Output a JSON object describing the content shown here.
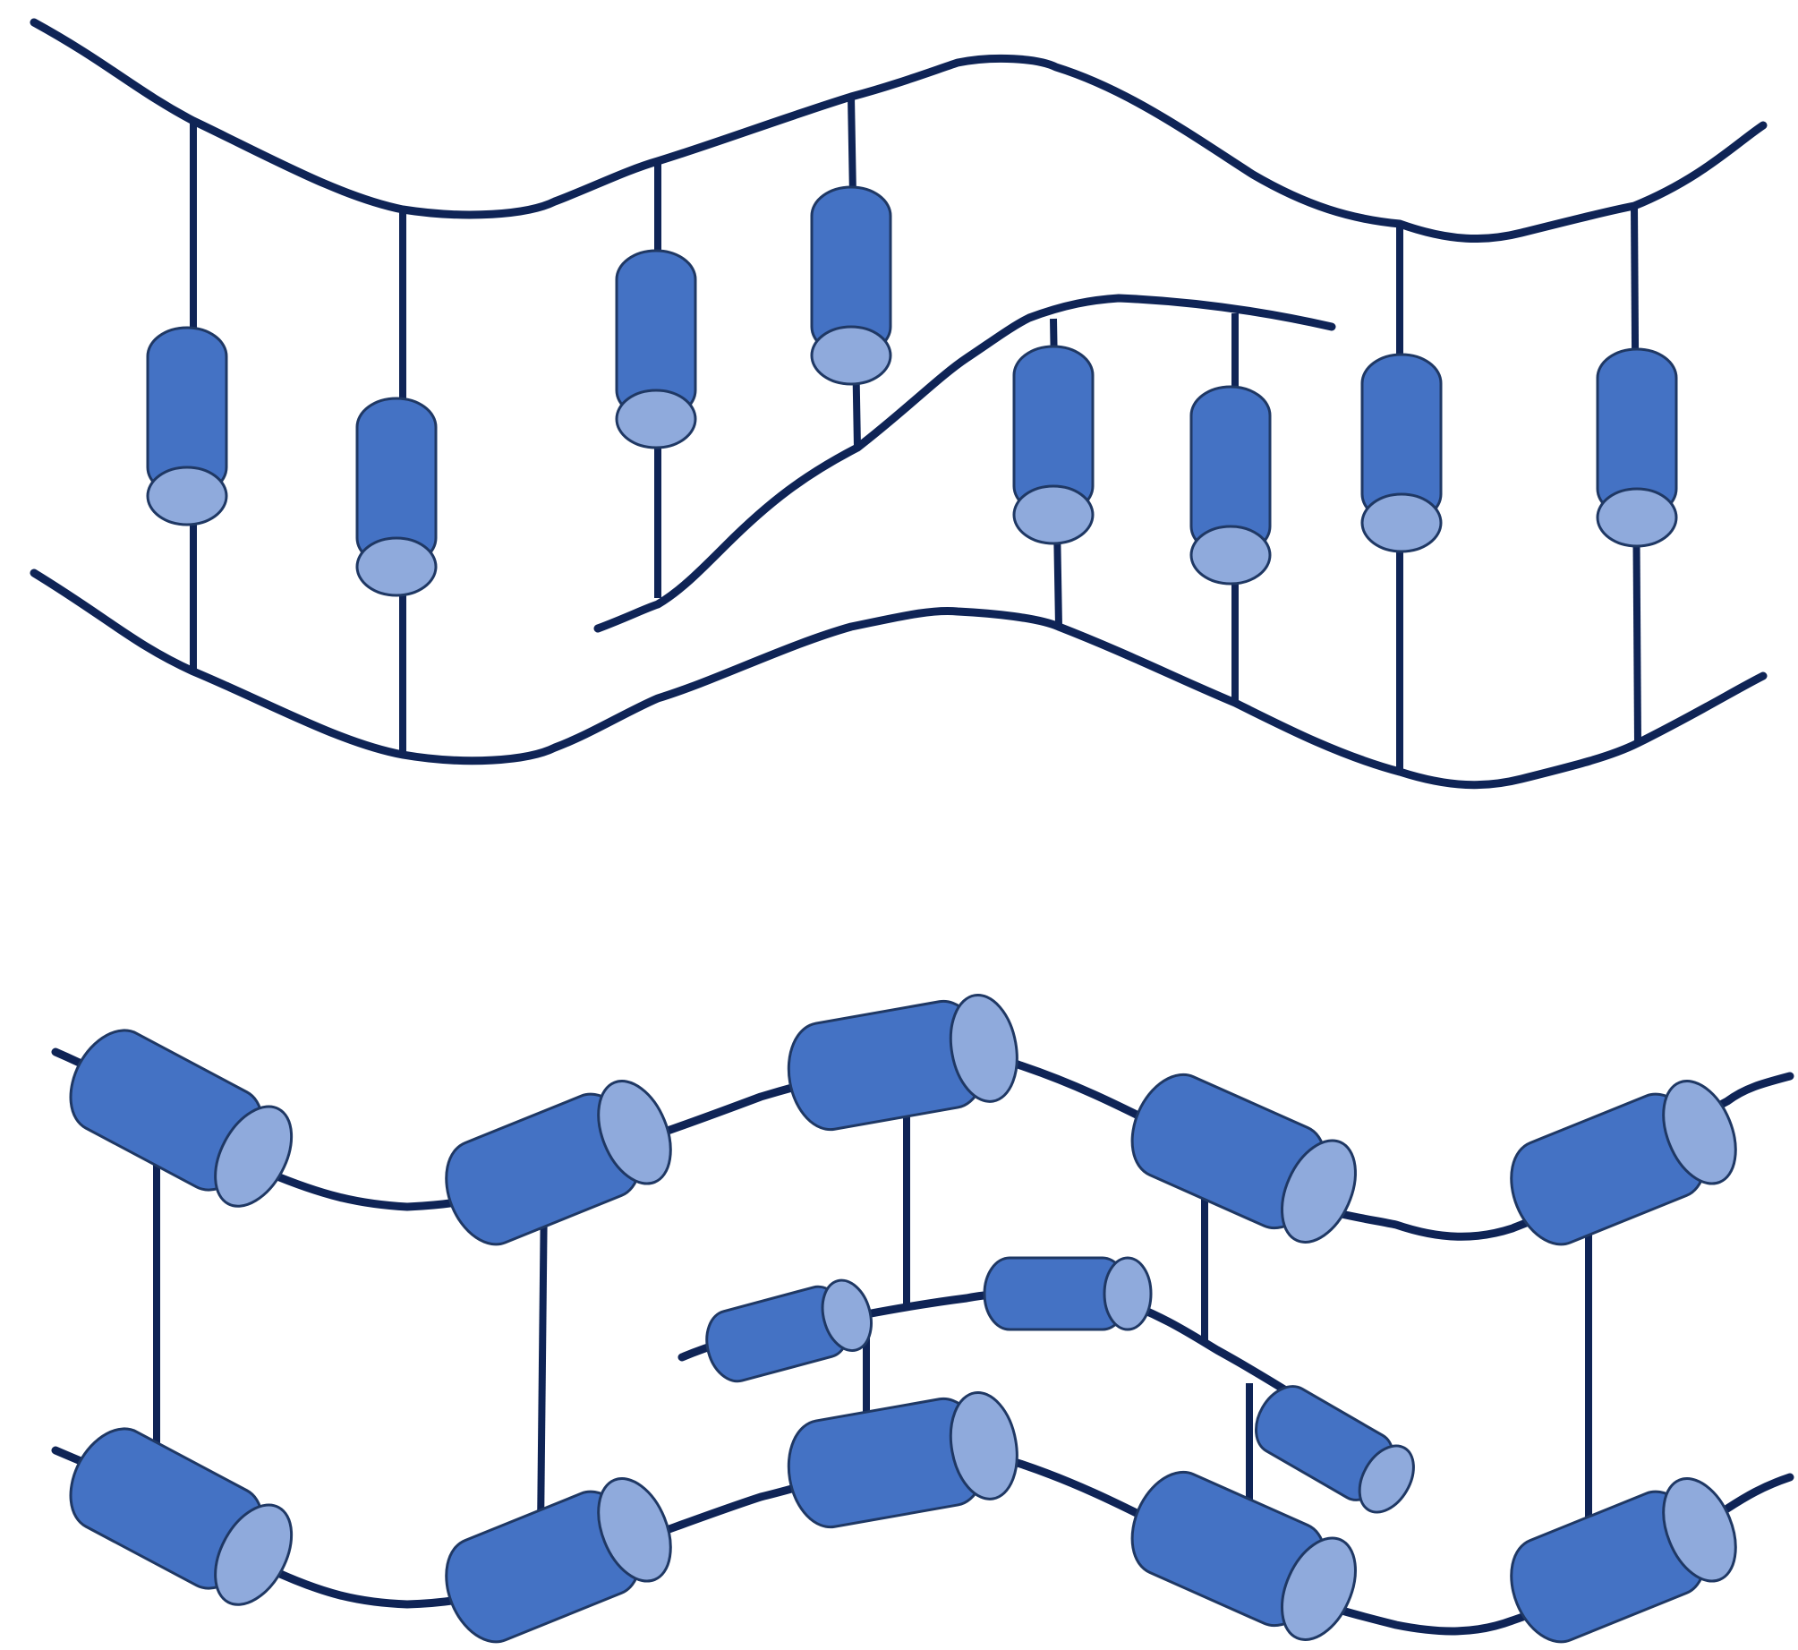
{
  "colors": {
    "strand": "#0f2456",
    "cylinder_body": "#4472c4",
    "cylinder_face": "#8faadc",
    "cylinder_outline": "#1f3864",
    "background": "#ffffff"
  },
  "panels": [
    {
      "id": "top-panel",
      "cylinder_orientation": "vertical"
    },
    {
      "id": "bottom-panel",
      "cylinder_orientation": "tilted"
    }
  ]
}
